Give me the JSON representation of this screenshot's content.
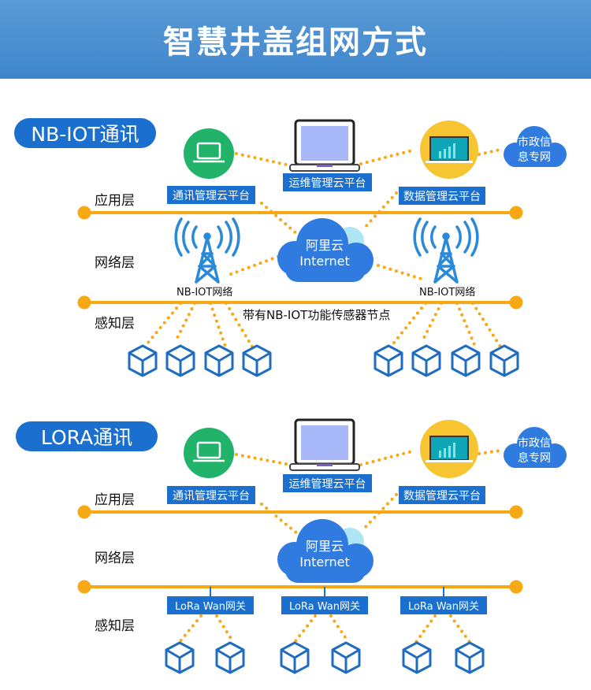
{
  "title": "智慧井盖组网方式",
  "colors": {
    "blue": "#1a6fcf",
    "orange": "#f7a815",
    "green": "#22b36b",
    "yellow": "#f7c531",
    "cube": "#1f6cc0"
  },
  "sections": [
    {
      "name": "NB-IOT通讯",
      "ops": "运维管理云平台",
      "comm": "通讯管理云平台",
      "data": "数据管理云平台",
      "city_1": "市政信",
      "city_2": "息专网",
      "layers": {
        "app": "应用层",
        "net": "网络层",
        "sense": "感知层"
      },
      "cloud_1": "阿里云",
      "cloud_2": "Internet",
      "tower_label": "NB-IOT网络",
      "sensor_label": "带有NB-IOT功能传感器节点"
    },
    {
      "name": "LORA通讯",
      "ops": "运维管理云平台",
      "comm": "通讯管理云平台",
      "data": "数据管理云平台",
      "city_1": "市政信",
      "city_2": "息专网",
      "layers": {
        "app": "应用层",
        "net": "网络层",
        "sense": "感知层"
      },
      "cloud_1": "阿里云",
      "cloud_2": "Internet",
      "gateway_label": "LoRa Wan网关"
    }
  ]
}
